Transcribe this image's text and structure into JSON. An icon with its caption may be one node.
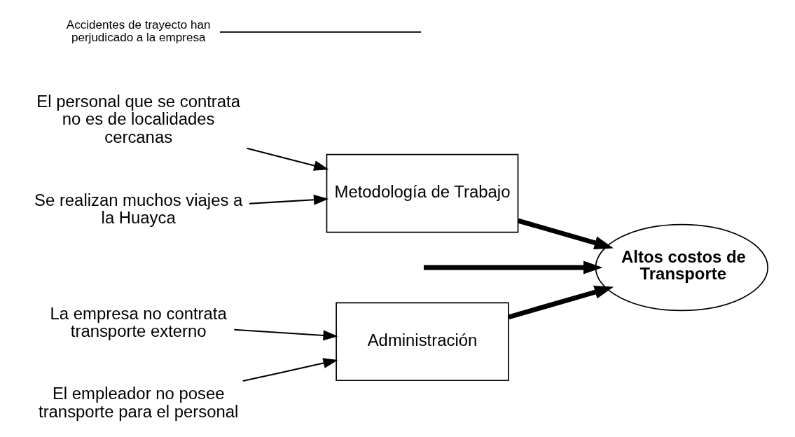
{
  "diagram": {
    "nodes": [
      {
        "text": [
          "Administración"
        ]
      },
      {
        "text": [
          "La empresa no contrata transporte externo"
        ]
      },
      {
        "text": [
          "Accidentes de trayecto han perjudicado a la empresa"
        ]
      },
      {
        "text": [
          "El empleador no posee transporte para el personal"
        ]
      },
      {
        "text": [
          "Altos costos de Transporte"
        ]
      },
      {
        "text": [
          "El personal que se contrata no es de localidades cercanas"
        ]
      },
      {
        "text": [
          "Se realizan muchos viajes a la Huayca"
        ]
      },
      {
        "text": [
          "Metodología de Trabajo"
        ]
      }
    ],
    "edges": [
      {
        "from": 1,
        "to": 0,
        "arrow": "to"
      },
      {
        "from": 2,
        "to": null,
        "arrow": "none"
      },
      {
        "from": 3,
        "to": 0,
        "arrow": "to"
      },
      {
        "from": 0,
        "to": 4,
        "arrow": "to",
        "style": "thick"
      },
      {
        "from": null,
        "to": 4,
        "arrow": "to",
        "style": "thick"
      },
      {
        "from": 5,
        "to": 7,
        "arrow": "to"
      },
      {
        "from": 6,
        "to": 7,
        "arrow": "to"
      },
      {
        "from": 7,
        "to": 4,
        "arrow": "to",
        "style": "thick"
      }
    ]
  }
}
